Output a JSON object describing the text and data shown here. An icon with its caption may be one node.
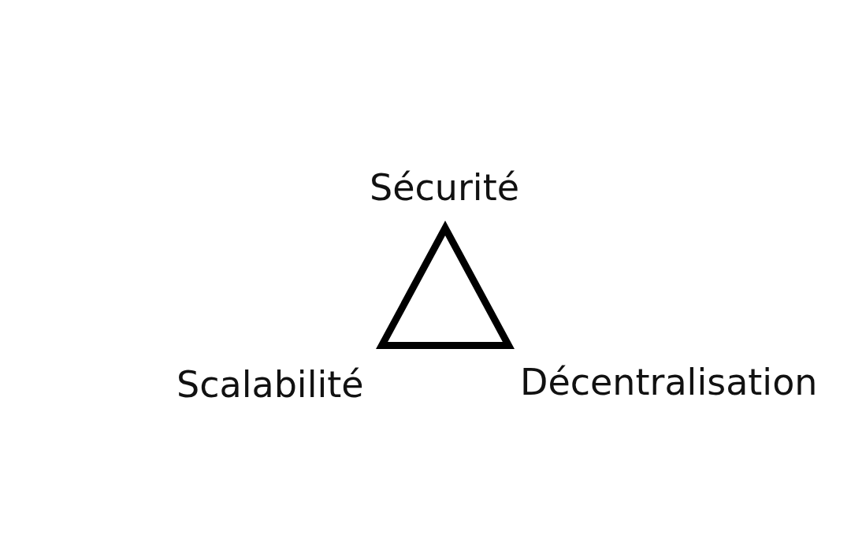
{
  "diagram": {
    "nodes": [
      {
        "text": [],
        "shape": "triangle",
        "beside": [
          "Sécurité",
          "Scalabilité",
          "Décentralisation"
        ]
      }
    ]
  }
}
